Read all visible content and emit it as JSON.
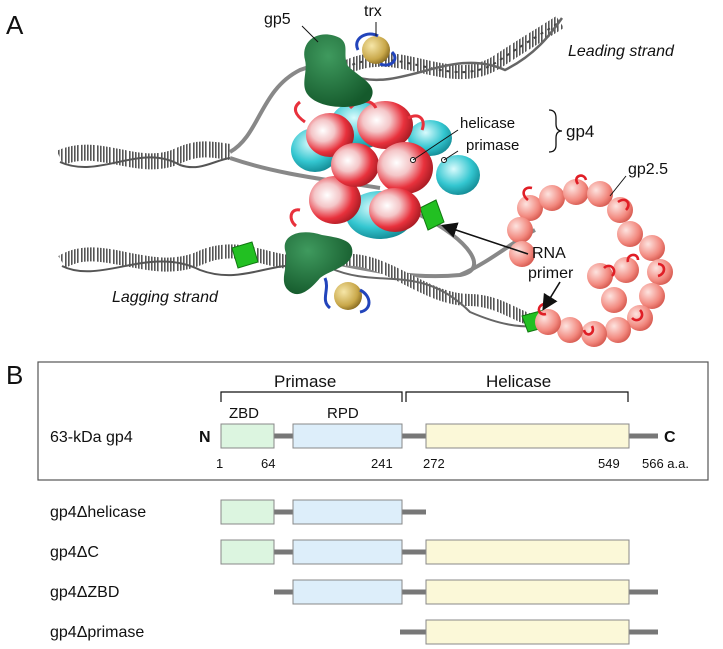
{
  "panel_a": {
    "label": "A",
    "gp5": "gp5",
    "trx": "trx",
    "leading_strand": "Leading strand",
    "helicase": "helicase",
    "primase": "primase",
    "gp4": "gp4",
    "gp2_5": "gp2.5",
    "rna_primer_line1": "RNA",
    "rna_primer_line2": "primer",
    "lagging_strand": "Lagging strand"
  },
  "panel_b": {
    "label": "B",
    "primase_domain": "Primase",
    "helicase_domain": "Helicase",
    "zbd": "ZBD",
    "rpd": "RPD",
    "protein_name": "63-kDa gp4",
    "n_term": "N",
    "c_term": "C",
    "positions": [
      "1",
      "64",
      "241",
      "272",
      "549",
      "566 a.a."
    ],
    "constructs": [
      "gp4Δhelicase",
      "gp4ΔC",
      "gp4ΔZBD",
      "gp4Δprimase"
    ]
  },
  "colors": {
    "zbd": "#dcf5e0",
    "rpd": "#ddeefa",
    "helicase_box": "#fbf8d8",
    "gp5": "#1f6b3a",
    "trx": "#c9a84a",
    "gp4_red": "#e8313c",
    "gp4_cyan": "#33c6d0",
    "gp2_5": "#f2887e",
    "rna_primer": "#22c022"
  }
}
